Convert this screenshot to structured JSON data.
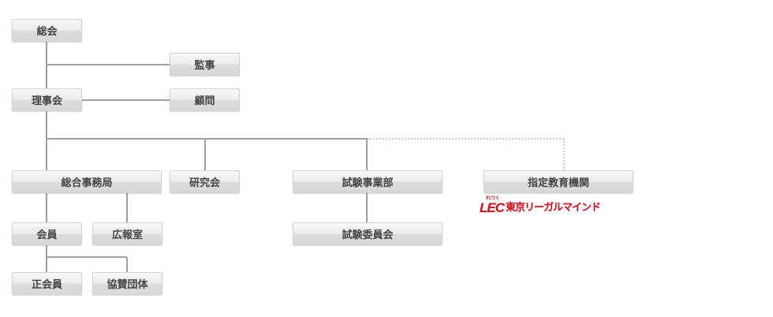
{
  "nodes": {
    "general_assembly": "総会",
    "auditor": "監事",
    "board": "理事会",
    "advisor": "顧問",
    "secretariat": "総合事務局",
    "study_group": "研究会",
    "exam_division": "試験事業部",
    "designated_institution": "指定教育機関",
    "members": "会員",
    "pr_office": "広報室",
    "exam_committee": "試験委員会",
    "regular_members": "正会員",
    "supporting_orgs": "協賛団体"
  },
  "logo": {
    "ruby": "れつく",
    "mark": "LEC",
    "name": "東京リーガルマインド",
    "color": "#e60012"
  },
  "colors": {
    "line": "#a0a0a0",
    "dotted": "#cccccc"
  }
}
